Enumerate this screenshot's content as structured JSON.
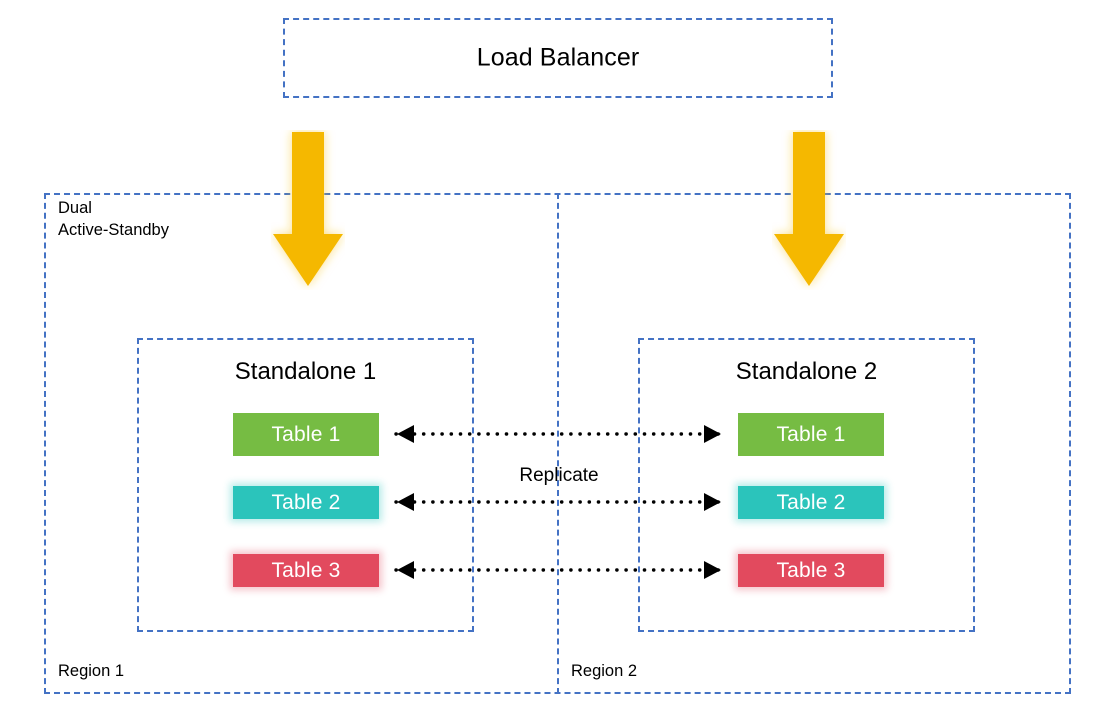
{
  "diagram": {
    "title_text": "Load Balancer",
    "accent_border": "#4472c4",
    "arrow_color": "#f5b800"
  },
  "load_balancer": {
    "label": "Load Balancer"
  },
  "dual_region": {
    "label": "Dual\nActive-Standby",
    "regions": [
      {
        "name": "region-1",
        "label": "Region 1"
      },
      {
        "name": "region-2",
        "label": "Region 2"
      }
    ]
  },
  "standalones": [
    {
      "id": "standalone-1",
      "title": "Standalone 1",
      "tables": [
        {
          "label": "Table 1",
          "color": "#76bc43"
        },
        {
          "label": "Table 2",
          "color": "#2bc4bb"
        },
        {
          "label": "Table 3",
          "color": "#e24a5e"
        }
      ]
    },
    {
      "id": "standalone-2",
      "title": "Standalone 2",
      "tables": [
        {
          "label": "Table 1",
          "color": "#76bc43"
        },
        {
          "label": "Table 2",
          "color": "#2bc4bb"
        },
        {
          "label": "Table 3",
          "color": "#e24a5e"
        }
      ]
    }
  ],
  "replication": {
    "label": "Replicate",
    "style": "dotted-bidirectional",
    "line_color": "#000000"
  },
  "traffic_arrows": [
    {
      "name": "traffic-arrow-region-1",
      "direction": "down",
      "color": "#f5b800"
    },
    {
      "name": "traffic-arrow-region-2",
      "direction": "down",
      "color": "#f5b800"
    }
  ]
}
